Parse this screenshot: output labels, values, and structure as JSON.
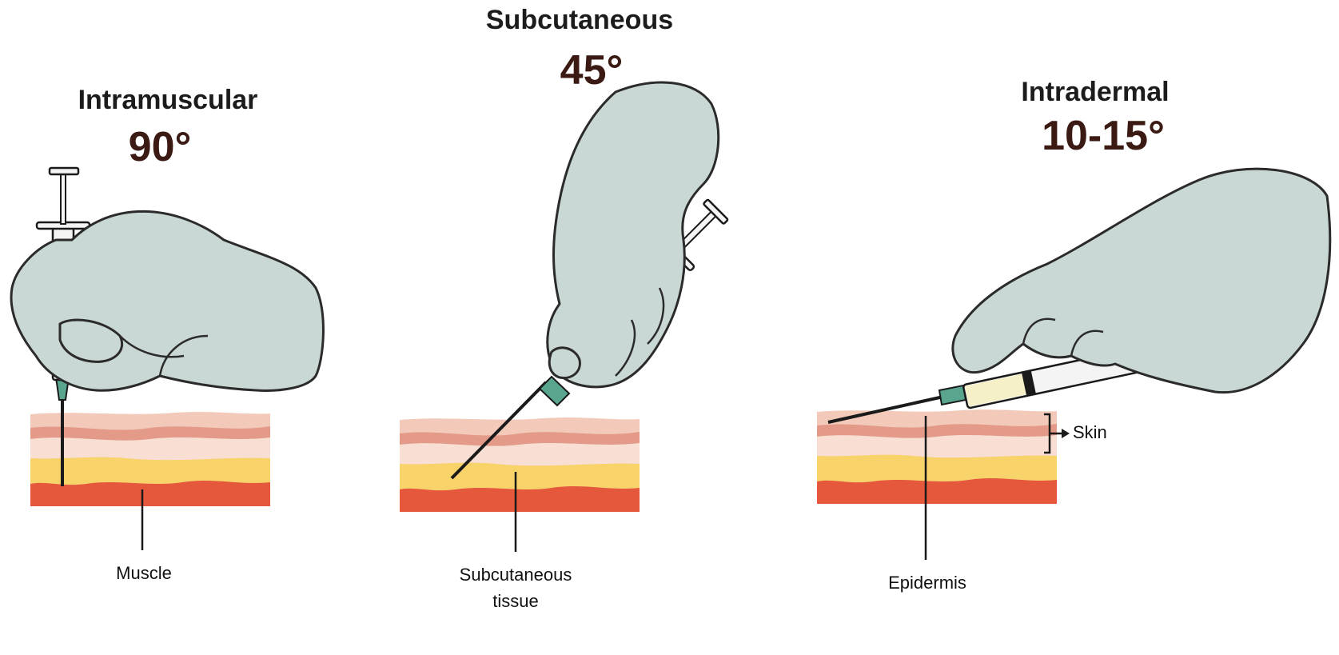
{
  "panels": [
    {
      "title": "Intramuscular",
      "angle": "90°",
      "label": "Muscle"
    },
    {
      "title": "Subcutaneous",
      "angle": "45°",
      "label_line1": "Subcutaneous",
      "label_line2": "tissue"
    },
    {
      "title": "Intradermal",
      "angle": "10-15°",
      "label": "Epidermis",
      "bracket_label": "Skin"
    }
  ],
  "colors": {
    "glove": "#c9d8d5",
    "glove_outline": "#2b2b2b",
    "epidermis": "#f3c9b9",
    "dermis_line": "#e39a88",
    "dermis": "#f8ded3",
    "fat": "#f8d36a",
    "muscle": "#e5583b",
    "needle_hub": "#5aa590"
  }
}
